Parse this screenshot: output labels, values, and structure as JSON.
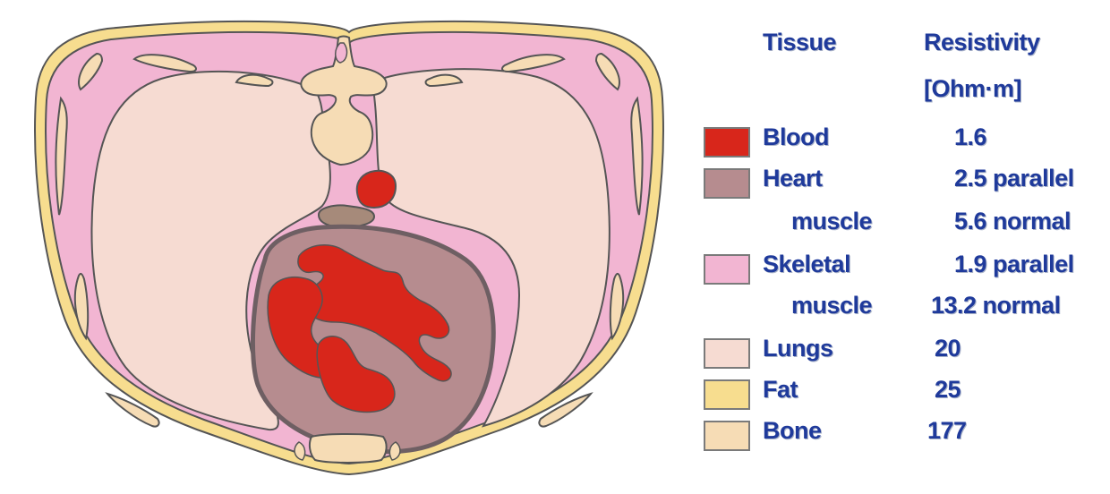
{
  "legend": {
    "header_tissue": "Tissue",
    "header_resistivity": "Resistivity",
    "header_unit": "[Ohm·m]",
    "rows": [
      {
        "name": "Blood",
        "value": "1.6",
        "color": "#d8261b"
      },
      {
        "name": "Heart",
        "value": "2.5 parallel",
        "color": "#b68c8f"
      },
      {
        "name": "muscle",
        "value": "5.6 normal"
      },
      {
        "name": "Skeletal",
        "value": "1.9 parallel",
        "color": "#f2b5d2"
      },
      {
        "name": "muscle",
        "value": "13.2 normal"
      },
      {
        "name": "Lungs",
        "value": "20",
        "color": "#f6dbd2"
      },
      {
        "name": "Fat",
        "value": "25",
        "color": "#f7dd8f"
      },
      {
        "name": "Bone",
        "value": "177",
        "color": "#f6dcb5"
      }
    ]
  },
  "diagram": {
    "outline_color": "#555555",
    "pericardium_color": "#a68a7a"
  }
}
